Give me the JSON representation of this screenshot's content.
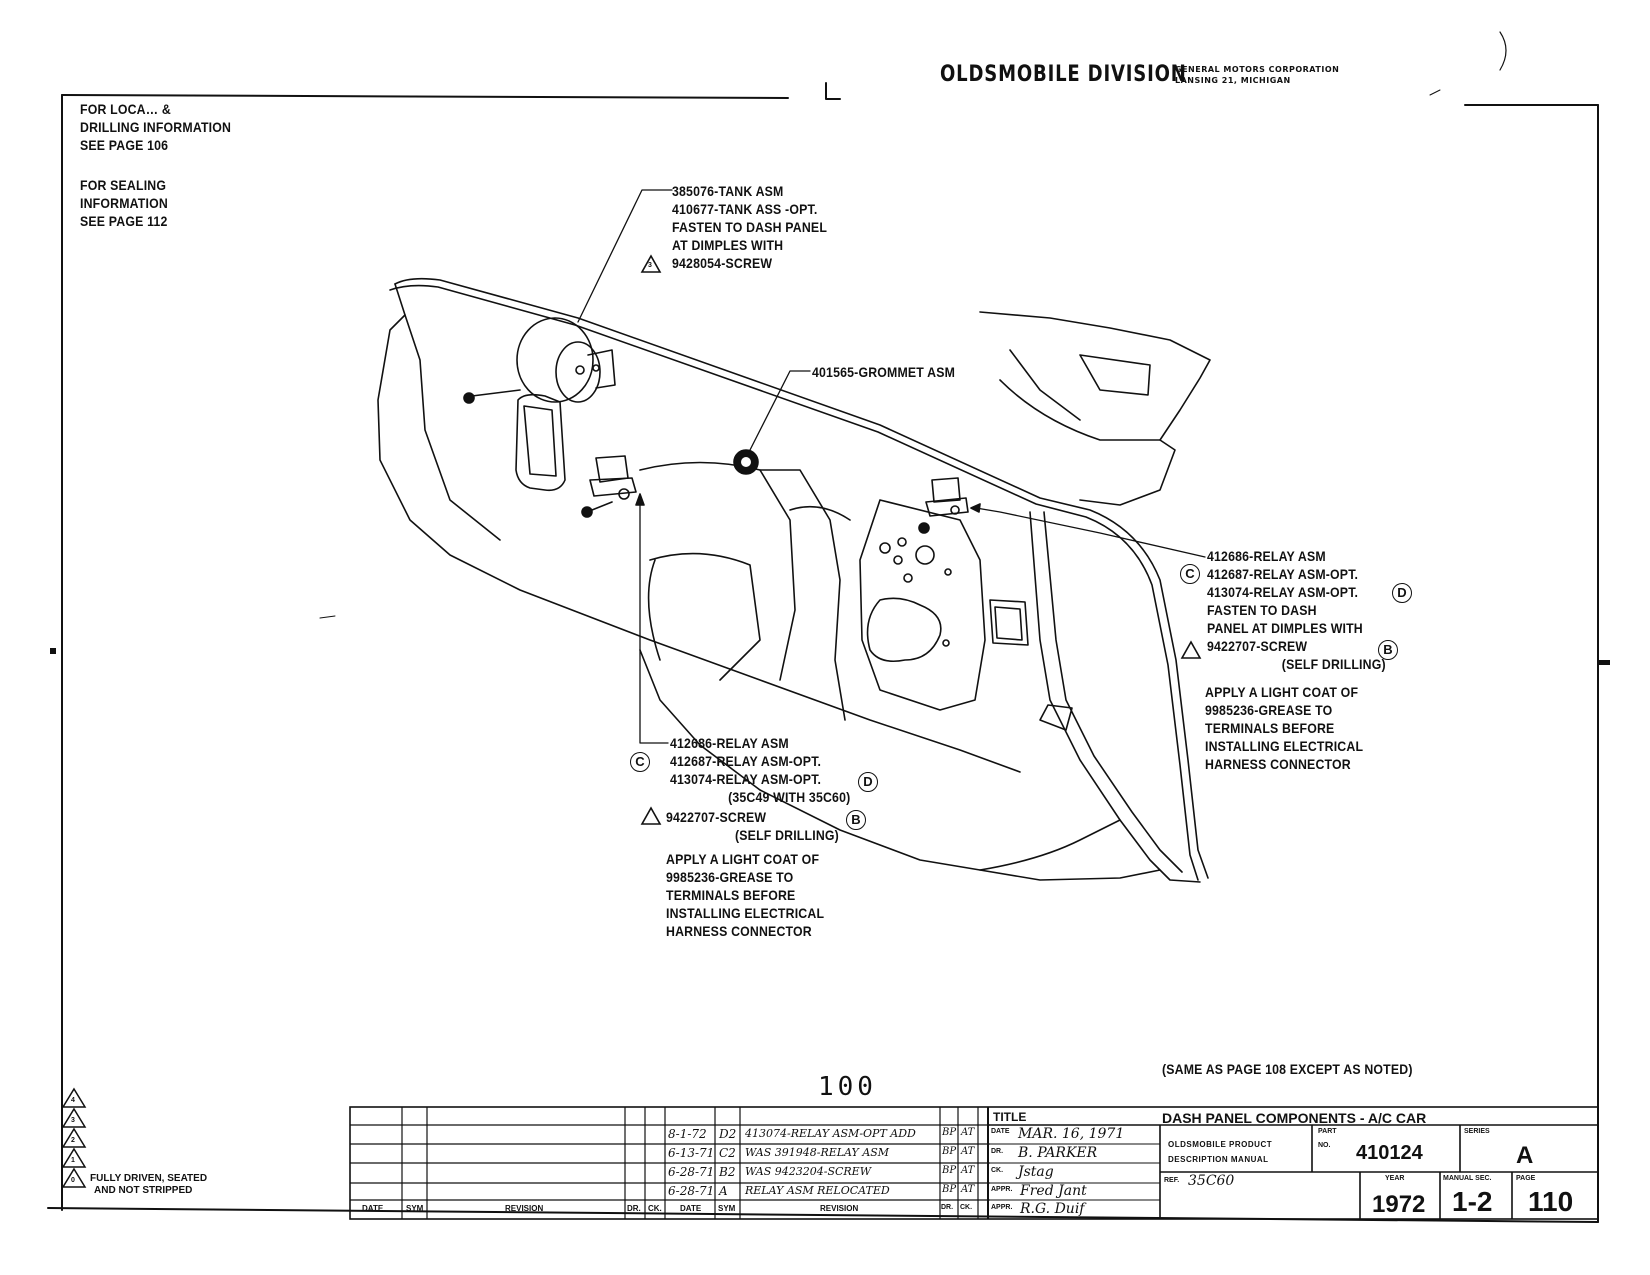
{
  "header": {
    "division": "OLDSMOBILE DIVISION",
    "corp": "GENERAL MOTORS CORPORATION",
    "city": "LANSING 21, MICHIGAN"
  },
  "side_notes": {
    "location": [
      "FOR LOCA… &",
      "DRILLING INFORMATION",
      "SEE PAGE 106"
    ],
    "sealing": [
      "FOR SEALING",
      "INFORMATION",
      "SEE PAGE 112"
    ]
  },
  "callouts": {
    "tank": [
      "385076-TANK ASM",
      "410677-TANK ASS -OPT.",
      "FASTEN TO DASH PANEL",
      "AT DIMPLES WITH",
      "9428054-SCREW"
    ],
    "grommet": "401565-GROMMET ASM",
    "relay_right": {
      "line1": "412686-RELAY ASM",
      "line2": "412687-RELAY ASM-OPT.",
      "line3": "413074-RELAY ASM-OPT.",
      "line4": "FASTEN TO DASH",
      "line5": "PANEL AT DIMPLES WITH",
      "line6": "9422707-SCREW",
      "line7": "(SELF DRILLING)",
      "apply": [
        "APPLY A LIGHT COAT OF",
        "9985236-GREASE TO",
        "TERMINALS BEFORE",
        "INSTALLING ELECTRICAL",
        "HARNESS CONNECTOR"
      ]
    },
    "relay_left": {
      "line1": "412686-RELAY ASM",
      "line2": "412687-RELAY ASM-OPT.",
      "line3": "413074-RELAY ASM-OPT.",
      "line4": "(35C49 WITH 35C60)",
      "line5": "9422707-SCREW",
      "line6": "(SELF DRILLING)",
      "apply": [
        "APPLY A LIGHT COAT OF",
        "9985236-GREASE TO",
        "TERMINALS BEFORE",
        "INSTALLING ELECTRICAL",
        "HARNESS CONNECTOR"
      ]
    }
  },
  "symbols": {
    "c": "C",
    "d": "D",
    "b": "B",
    "screw_tri": "3"
  },
  "same_as_note": "(SAME AS PAGE 108 EXCEPT AS NOTED)",
  "page_stamp": "100",
  "legend": {
    "triangles": [
      "4",
      "3",
      "2",
      "1",
      "0"
    ],
    "note_line1": "FULLY DRIVEN, SEATED",
    "note_line2": "AND NOT STRIPPED"
  },
  "revisions_left": {
    "headers": {
      "date": "DATE",
      "sym": "SYM",
      "revision": "REVISION",
      "dr": "DR.",
      "ck": "CK."
    }
  },
  "revisions_right": {
    "headers": {
      "date": "DATE",
      "sym": "SYM",
      "revision": "REVISION",
      "dr": "DR.",
      "ck": "CK."
    },
    "rows": [
      {
        "date": "8-1-72",
        "sym": "D2",
        "text": "413074-RELAY ASM-OPT ADD",
        "dr": "BP",
        "ck": "AT"
      },
      {
        "date": "6-13-71",
        "sym": "C2",
        "text": "WAS 391948-RELAY ASM",
        "dr": "BP",
        "ck": "AT"
      },
      {
        "date": "6-28-71",
        "sym": "B2",
        "text": "WAS 9423204-SCREW",
        "dr": "BP",
        "ck": "AT"
      },
      {
        "date": "6-28-71",
        "sym": "A",
        "text": "RELAY ASM RELOCATED",
        "dr": "BP",
        "ck": "AT"
      }
    ]
  },
  "title_block": {
    "title_label": "TITLE",
    "title": "DASH PANEL COMPONENTS - A/C CAR",
    "date_label": "DATE",
    "date_value": "MAR. 16, 1971",
    "dr_label": "DR.",
    "dr_value": "B. PARKER",
    "ck_label": "CK.",
    "ck_value": "Jstag",
    "appr_label": "APPR.",
    "appr1_value": "Fred Jant",
    "appr2_value": "R.G. Duif",
    "manual_line1": "OLDSMOBILE PRODUCT",
    "manual_line2": "DESCRIPTION MANUAL",
    "part_label": "PART",
    "no_label": "NO.",
    "part_no": "410124",
    "series_label": "SERIES",
    "series": "A",
    "ref_label": "REF.",
    "ref_value": "35C60",
    "year_label": "YEAR",
    "year": "1972",
    "manual_sec_label": "MANUAL SEC.",
    "manual_sec": "1-2",
    "page_label": "PAGE",
    "page": "110"
  }
}
